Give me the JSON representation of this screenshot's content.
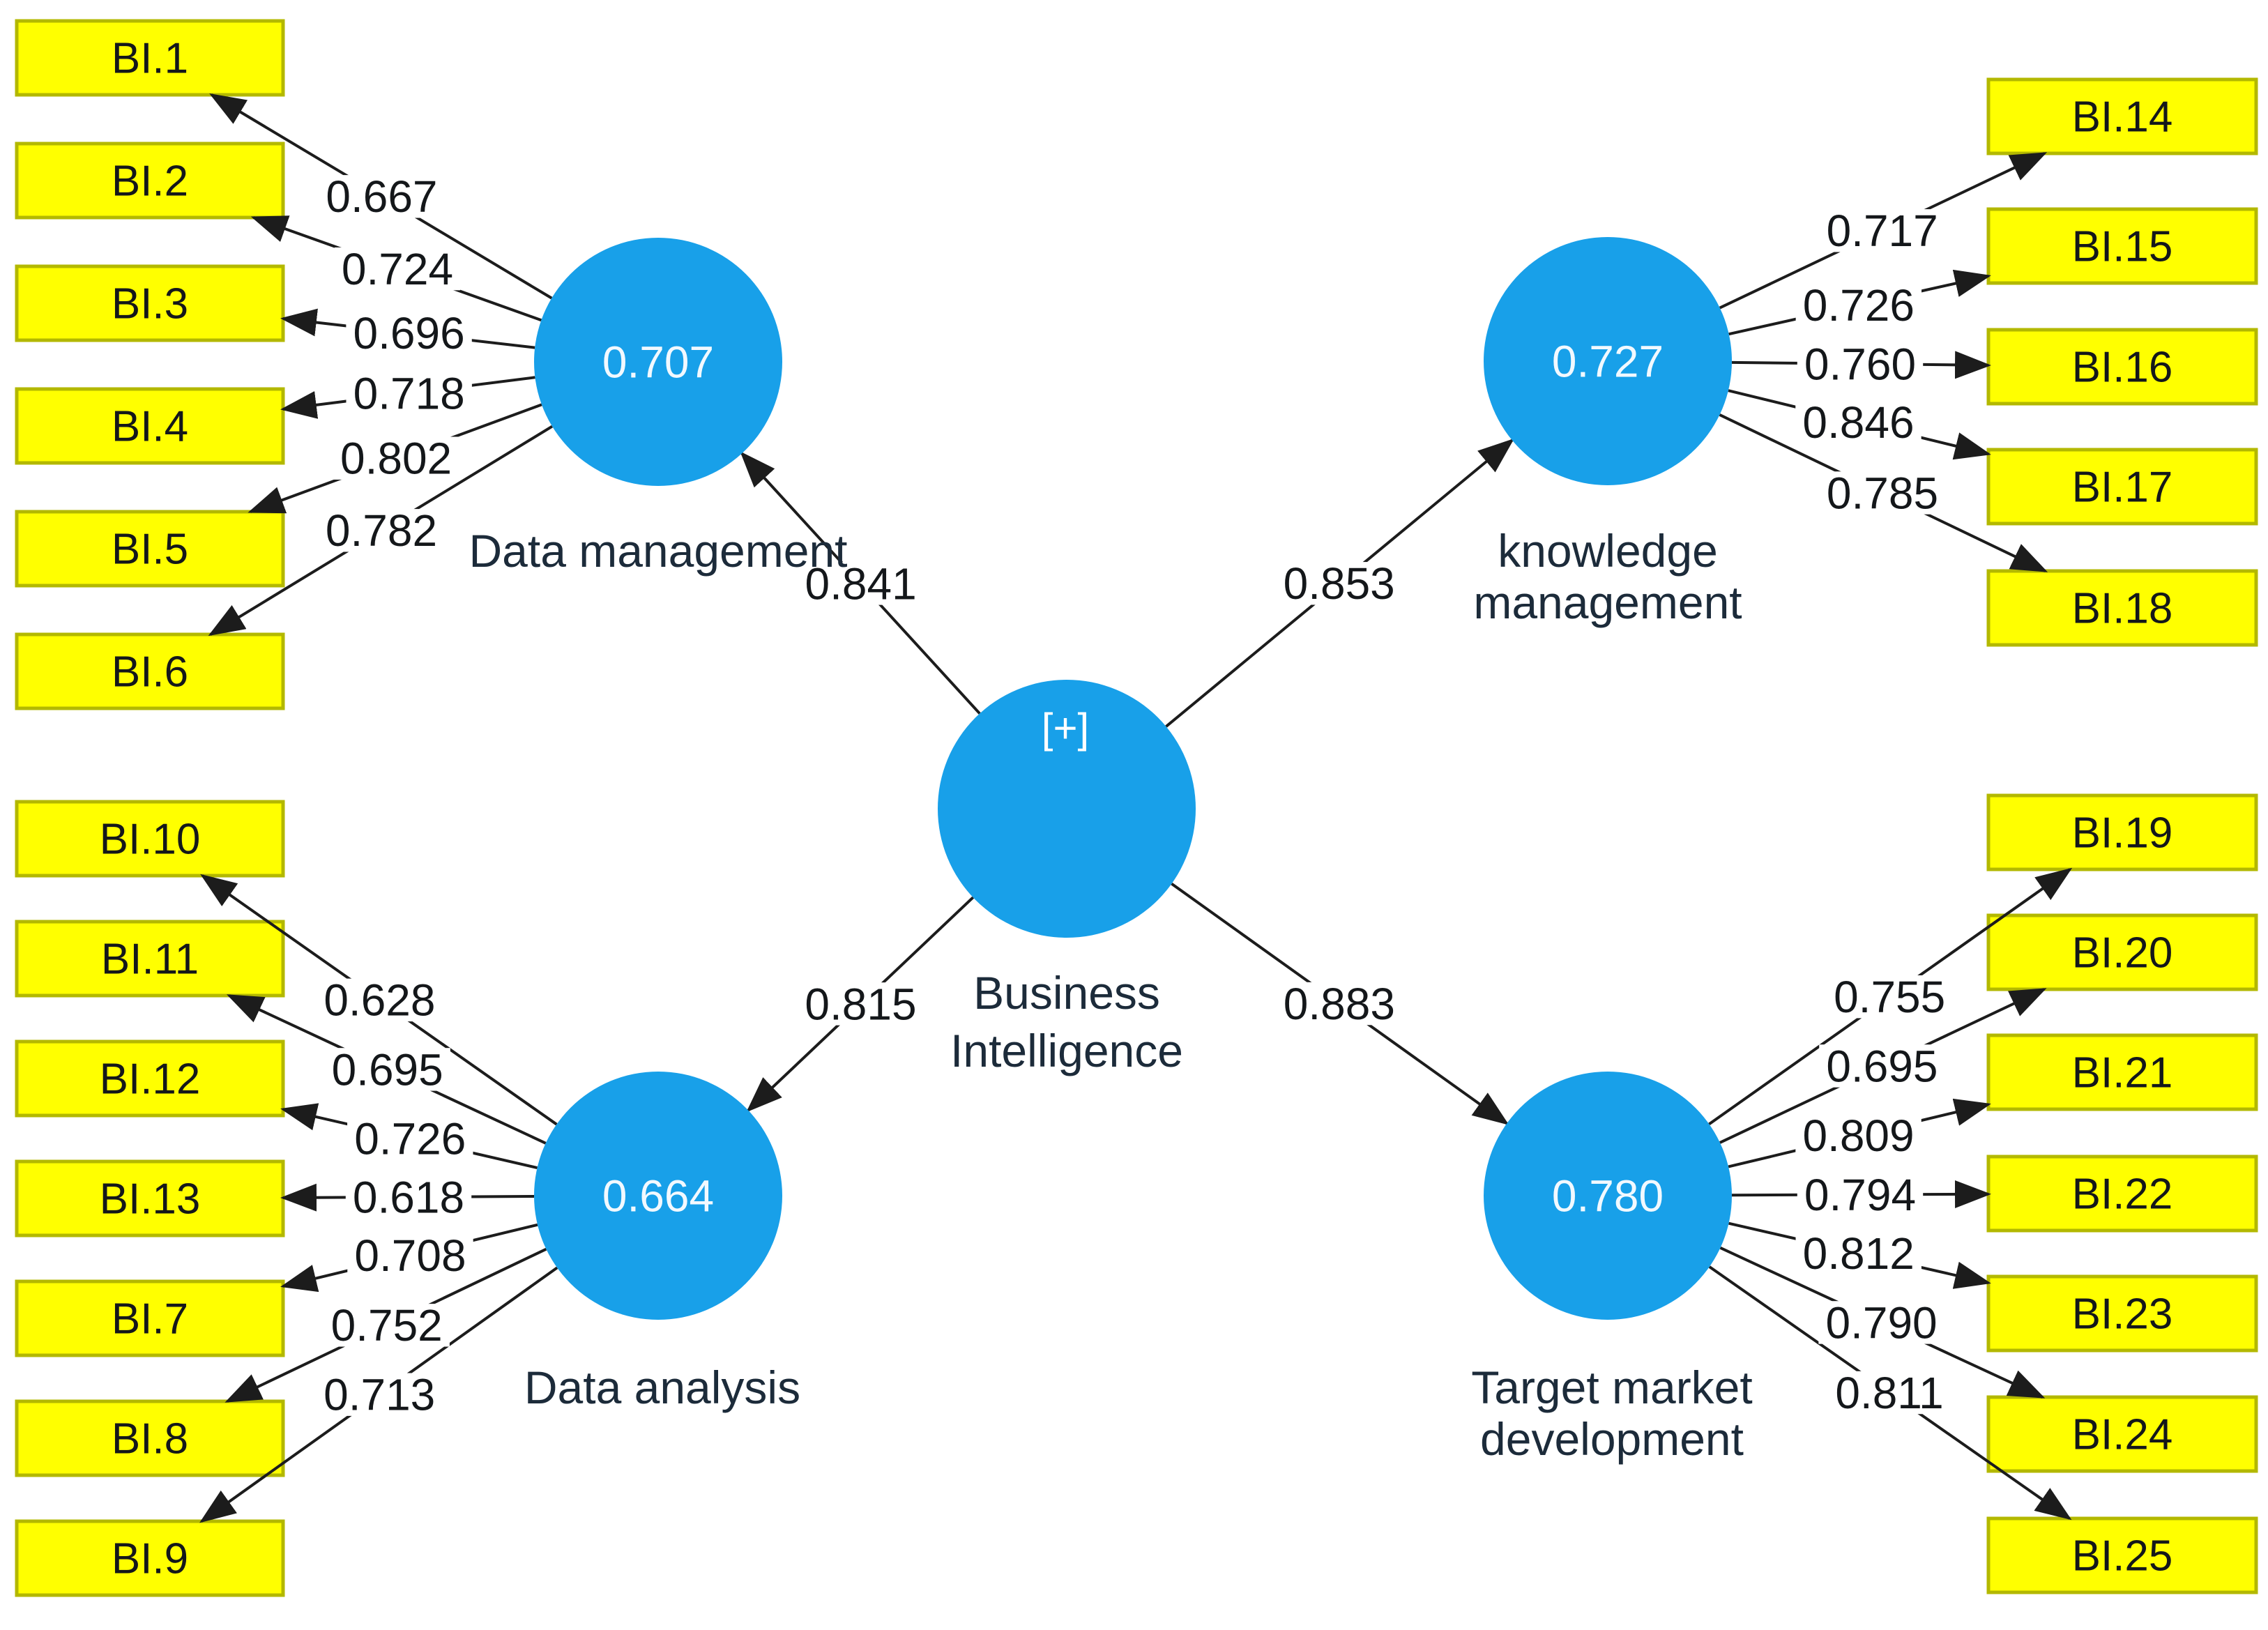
{
  "figure": {
    "type": "pls-sem-path-model",
    "central_construct": {
      "id": "bi",
      "label_lines": [
        "Business",
        "Intelligence"
      ],
      "badge": "[+]"
    },
    "constructs": [
      {
        "id": "dm",
        "label_lines": [
          "Data management"
        ],
        "value": "0.707",
        "path_coefficient": "0.841",
        "indicators": [
          {
            "name": "BI.1",
            "loading": "0.667"
          },
          {
            "name": "BI.2",
            "loading": "0.724"
          },
          {
            "name": "BI.3",
            "loading": "0.696"
          },
          {
            "name": "BI.4",
            "loading": "0.718"
          },
          {
            "name": "BI.5",
            "loading": "0.802"
          },
          {
            "name": "BI.6",
            "loading": "0.782"
          }
        ]
      },
      {
        "id": "km",
        "label_lines": [
          "knowledge",
          "management"
        ],
        "value": "0.727",
        "path_coefficient": "0.853",
        "indicators": [
          {
            "name": "BI.14",
            "loading": "0.717"
          },
          {
            "name": "BI.15",
            "loading": "0.726"
          },
          {
            "name": "BI.16",
            "loading": "0.760"
          },
          {
            "name": "BI.17",
            "loading": "0.846"
          },
          {
            "name": "BI.18",
            "loading": "0.785"
          }
        ]
      },
      {
        "id": "da",
        "label_lines": [
          "Data analysis"
        ],
        "value": "0.664",
        "path_coefficient": "0.815",
        "indicators": [
          {
            "name": "BI.10",
            "loading": "0.628"
          },
          {
            "name": "BI.11",
            "loading": "0.695"
          },
          {
            "name": "BI.12",
            "loading": "0.726"
          },
          {
            "name": "BI.13",
            "loading": "0.618"
          },
          {
            "name": "BI.7",
            "loading": "0.708"
          },
          {
            "name": "BI.8",
            "loading": "0.752"
          },
          {
            "name": "BI.9",
            "loading": "0.713"
          }
        ]
      },
      {
        "id": "tmd",
        "label_lines": [
          "Target market",
          "development"
        ],
        "value": "0.780",
        "path_coefficient": "0.883",
        "indicators": [
          {
            "name": "BI.19",
            "loading": "0.755"
          },
          {
            "name": "BI.20",
            "loading": "0.695"
          },
          {
            "name": "BI.21",
            "loading": "0.809"
          },
          {
            "name": "BI.22",
            "loading": "0.794"
          },
          {
            "name": "BI.23",
            "loading": "0.812"
          },
          {
            "name": "BI.24",
            "loading": "0.790"
          },
          {
            "name": "BI.25",
            "loading": "0.811"
          }
        ]
      }
    ],
    "colors": {
      "background": "#ffffff",
      "construct_fill": "#18a0e9",
      "construct_value_text": "#f2f9ff",
      "central_badge_text": "#ffffff",
      "indicator_fill": "#ffff00",
      "indicator_border": "#b3b800",
      "indicator_text": "#14171a",
      "arrow": "#1c1c1c",
      "loading_text": "#14171a",
      "path_text": "#14171a",
      "construct_label_text": "#1c2b3a"
    }
  }
}
